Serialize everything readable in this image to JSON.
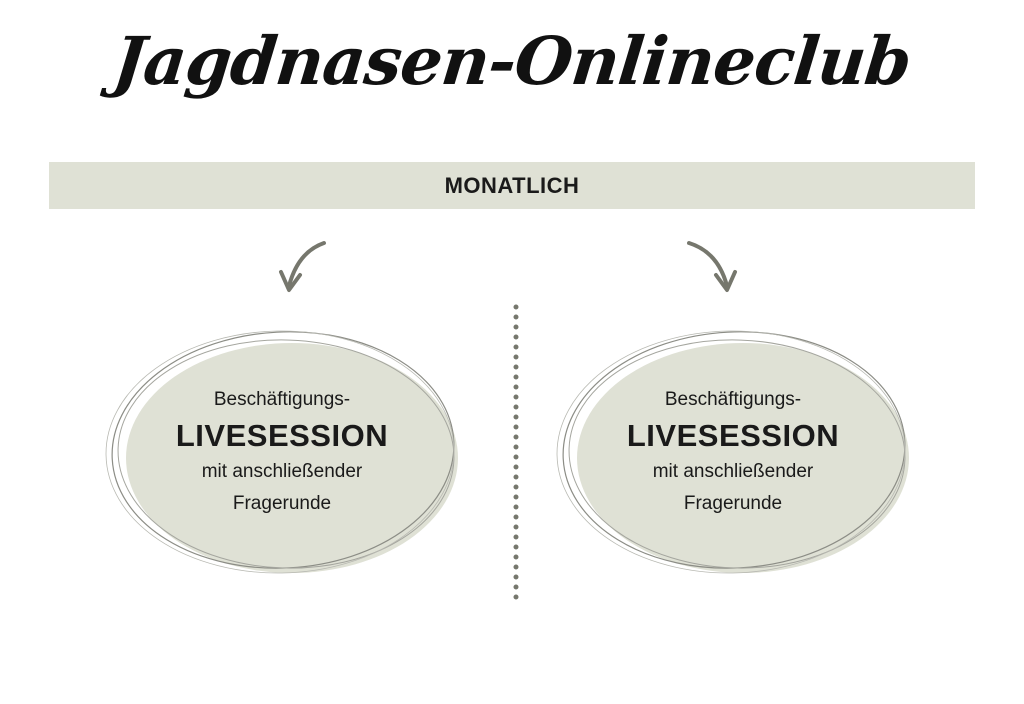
{
  "title": "Jagdnasen-Onlineclub",
  "banner": {
    "label": "MONATLICH"
  },
  "sessions": [
    {
      "prefix": "Beschäftigungs-",
      "headline": "LIVESESSION",
      "line1": "mit anschließender",
      "line2": "Fragerunde"
    },
    {
      "prefix": "Beschäftigungs-",
      "headline": "LIVESESSION",
      "line1": "mit anschließender",
      "line2": "Fragerunde"
    }
  ],
  "colors": {
    "banner_bg": "#dfe1d5",
    "bubble_fill": "#dfe1d5",
    "arrow": "#76776d",
    "divider": "#76776d",
    "text": "#1a1a1a"
  },
  "icons": {
    "left_arrow": "curved-arrow-down-left-icon",
    "right_arrow": "curved-arrow-down-right-icon"
  }
}
